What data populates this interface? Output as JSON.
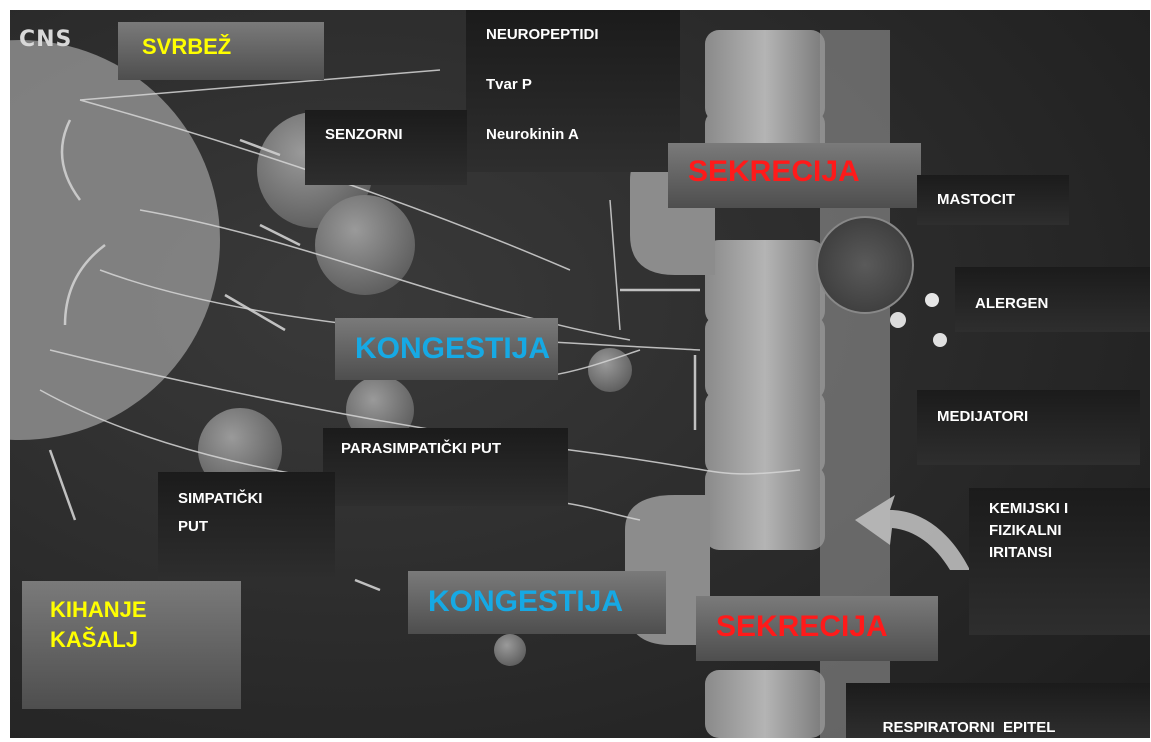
{
  "diagram": {
    "cns": "CNS",
    "svrbez": "SVRBEŽ",
    "neuropeptidi": {
      "line1": "NEUROPEPTIDI",
      "line2": "Tvar P",
      "line3": "Neurokinin A"
    },
    "senzorni": "SENZORNI",
    "sekrecija_top": "SEKRECIJA",
    "mastocit": "MASTOCIT",
    "alergen": "ALERGEN",
    "kongestija_top": "KONGESTIJA",
    "medijatori": "MEDIJATORI",
    "parasimpaticki": "PARASIMPATIČKI PUT",
    "simpaticki": {
      "line1": "SIMPATIČKI",
      "line2": "PUT"
    },
    "iritansi": {
      "line1": "KEMIJSKI I",
      "line2": "FIZIKALNI",
      "line3": "IRITANSI"
    },
    "kihanje": {
      "line1": "KIHANJE",
      "line2": "KAŠALJ"
    },
    "kongestija_bottom": "KONGESTIJA",
    "sekrecija_bottom": "SEKRECIJA",
    "epitel": "RESPIRATORNI  EPITEL"
  }
}
